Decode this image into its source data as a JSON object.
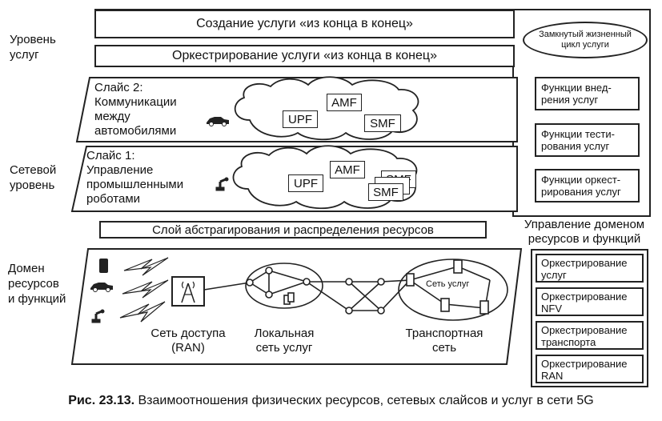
{
  "levels": {
    "service": "Уровень\nуслуг",
    "network": "Сетевой\nуровень",
    "domain": "Домен\nресурсов\nи функций"
  },
  "top": {
    "creation": "Создание услуги «из конца в конец»",
    "orchestration": "Оркестрирование услуги «из конца в конец»",
    "lifecycle": "Замкнутый жизненный\nцикл услуги"
  },
  "slices": [
    {
      "title": "Слайс 2:\nКоммуникации\nмежду\nавтомобилями",
      "nodes": [
        "UPF",
        "AMF",
        "SMF"
      ]
    },
    {
      "title": "Слайс 1:\nУправление\nпромышленными\nроботами",
      "nodes": [
        "UPF",
        "AMF",
        "SMF",
        "SMF"
      ]
    }
  ],
  "service_functions": [
    "Функции внед-\nрения услуг",
    "Функции тести-\nрования услуг",
    "Функции оркест-\nрирования услуг"
  ],
  "abstraction_layer": "Слой абстрагирования и распределения ресурсов",
  "domain_mgmt_title": "Управление доменом\nресурсов и функций",
  "domain_mgmt": [
    "Оркестрирование\nуслуг",
    "Оркестрирование\nNFV",
    "Оркестрирование\nтранспорта",
    "Оркестрирование\nRAN"
  ],
  "physical": {
    "access": "Сеть доступа\n(RAN)",
    "local": "Локальная\nсеть услуг",
    "transport": "Транспортная\nсеть",
    "service_net": "Сеть услуг"
  },
  "icons": [
    "phone-icon",
    "car-icon",
    "robot-arm-icon",
    "radio-tower-icon"
  ],
  "caption": {
    "label": "Рис. 23.13.",
    "text": " Взаимоотношения физических ресурсов, сетевых слайсов и услуг в сети 5G"
  }
}
